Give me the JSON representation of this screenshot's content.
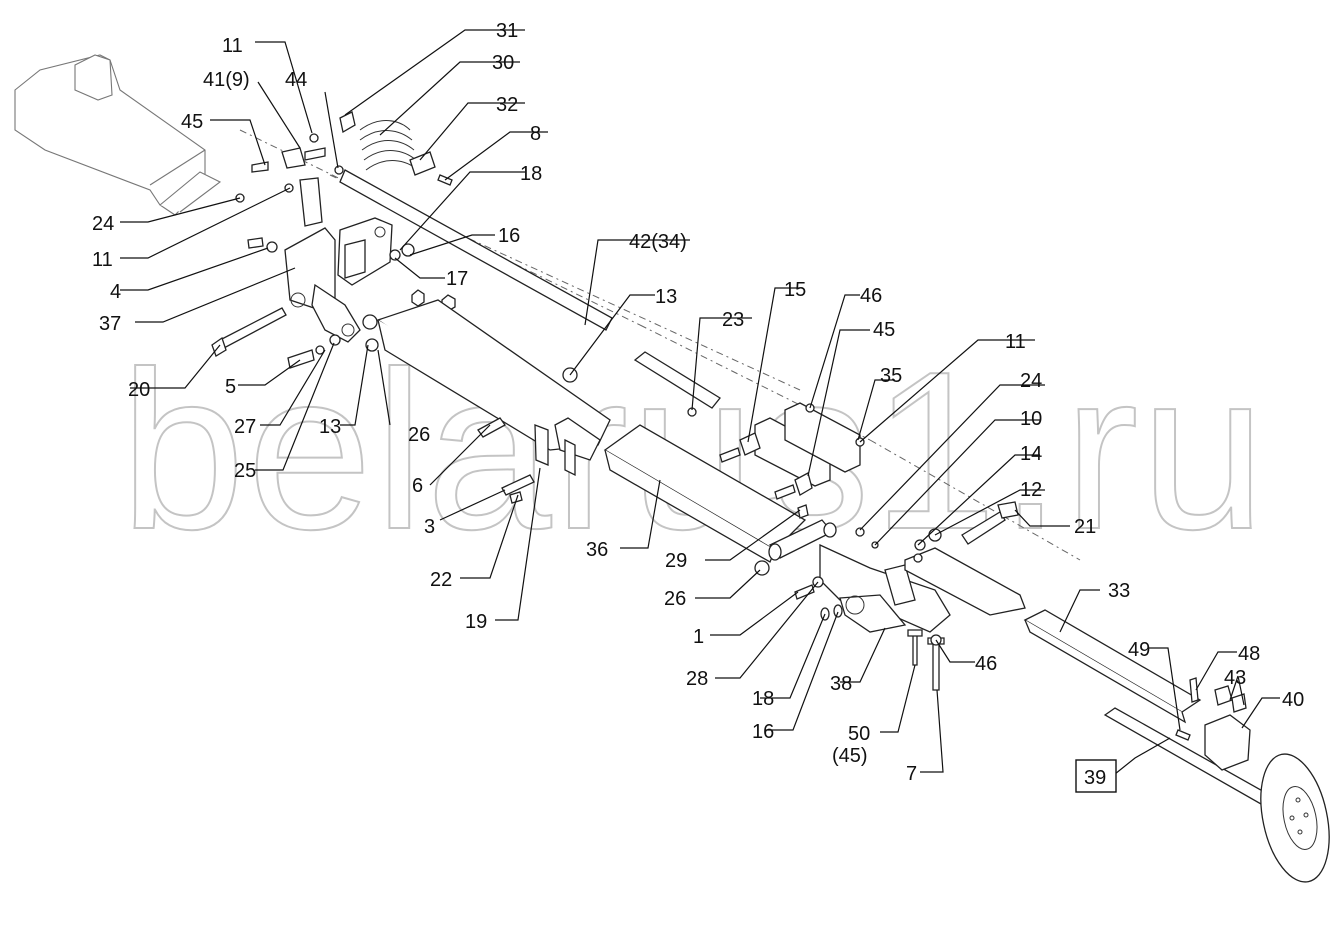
{
  "watermark": "belarus1.ru",
  "labels": {
    "l31": "31",
    "l30": "30",
    "l11a": "11",
    "l41": "41(9)",
    "l44": "44",
    "l32": "32",
    "l8": "8",
    "l45a": "45",
    "l18a": "18",
    "l24a": "24",
    "l11b": "11",
    "l16a": "16",
    "l42": "42(34)",
    "l4": "4",
    "l17": "17",
    "l37": "37",
    "l13a": "13",
    "l20": "20",
    "l5": "5",
    "l27": "27",
    "l13b": "13",
    "l26a": "26",
    "l25": "25",
    "l6": "6",
    "l3": "3",
    "l22": "22",
    "l19": "19",
    "l36": "36",
    "l23": "23",
    "l15": "15",
    "l46a": "46",
    "l45b": "45",
    "l35": "35",
    "l11c": "11",
    "l24b": "24",
    "l10": "10",
    "l14": "14",
    "l12": "12",
    "l21": "21",
    "l29": "29",
    "l26b": "26",
    "l1": "1",
    "l28": "28",
    "l33": "33",
    "l18b": "18",
    "l38": "38",
    "l16b": "16",
    "l46b": "46",
    "l50": "50",
    "l50b": "(45)",
    "l7": "7",
    "l49": "49",
    "l48": "48",
    "l43": "43",
    "l40": "40",
    "l39": "39"
  }
}
